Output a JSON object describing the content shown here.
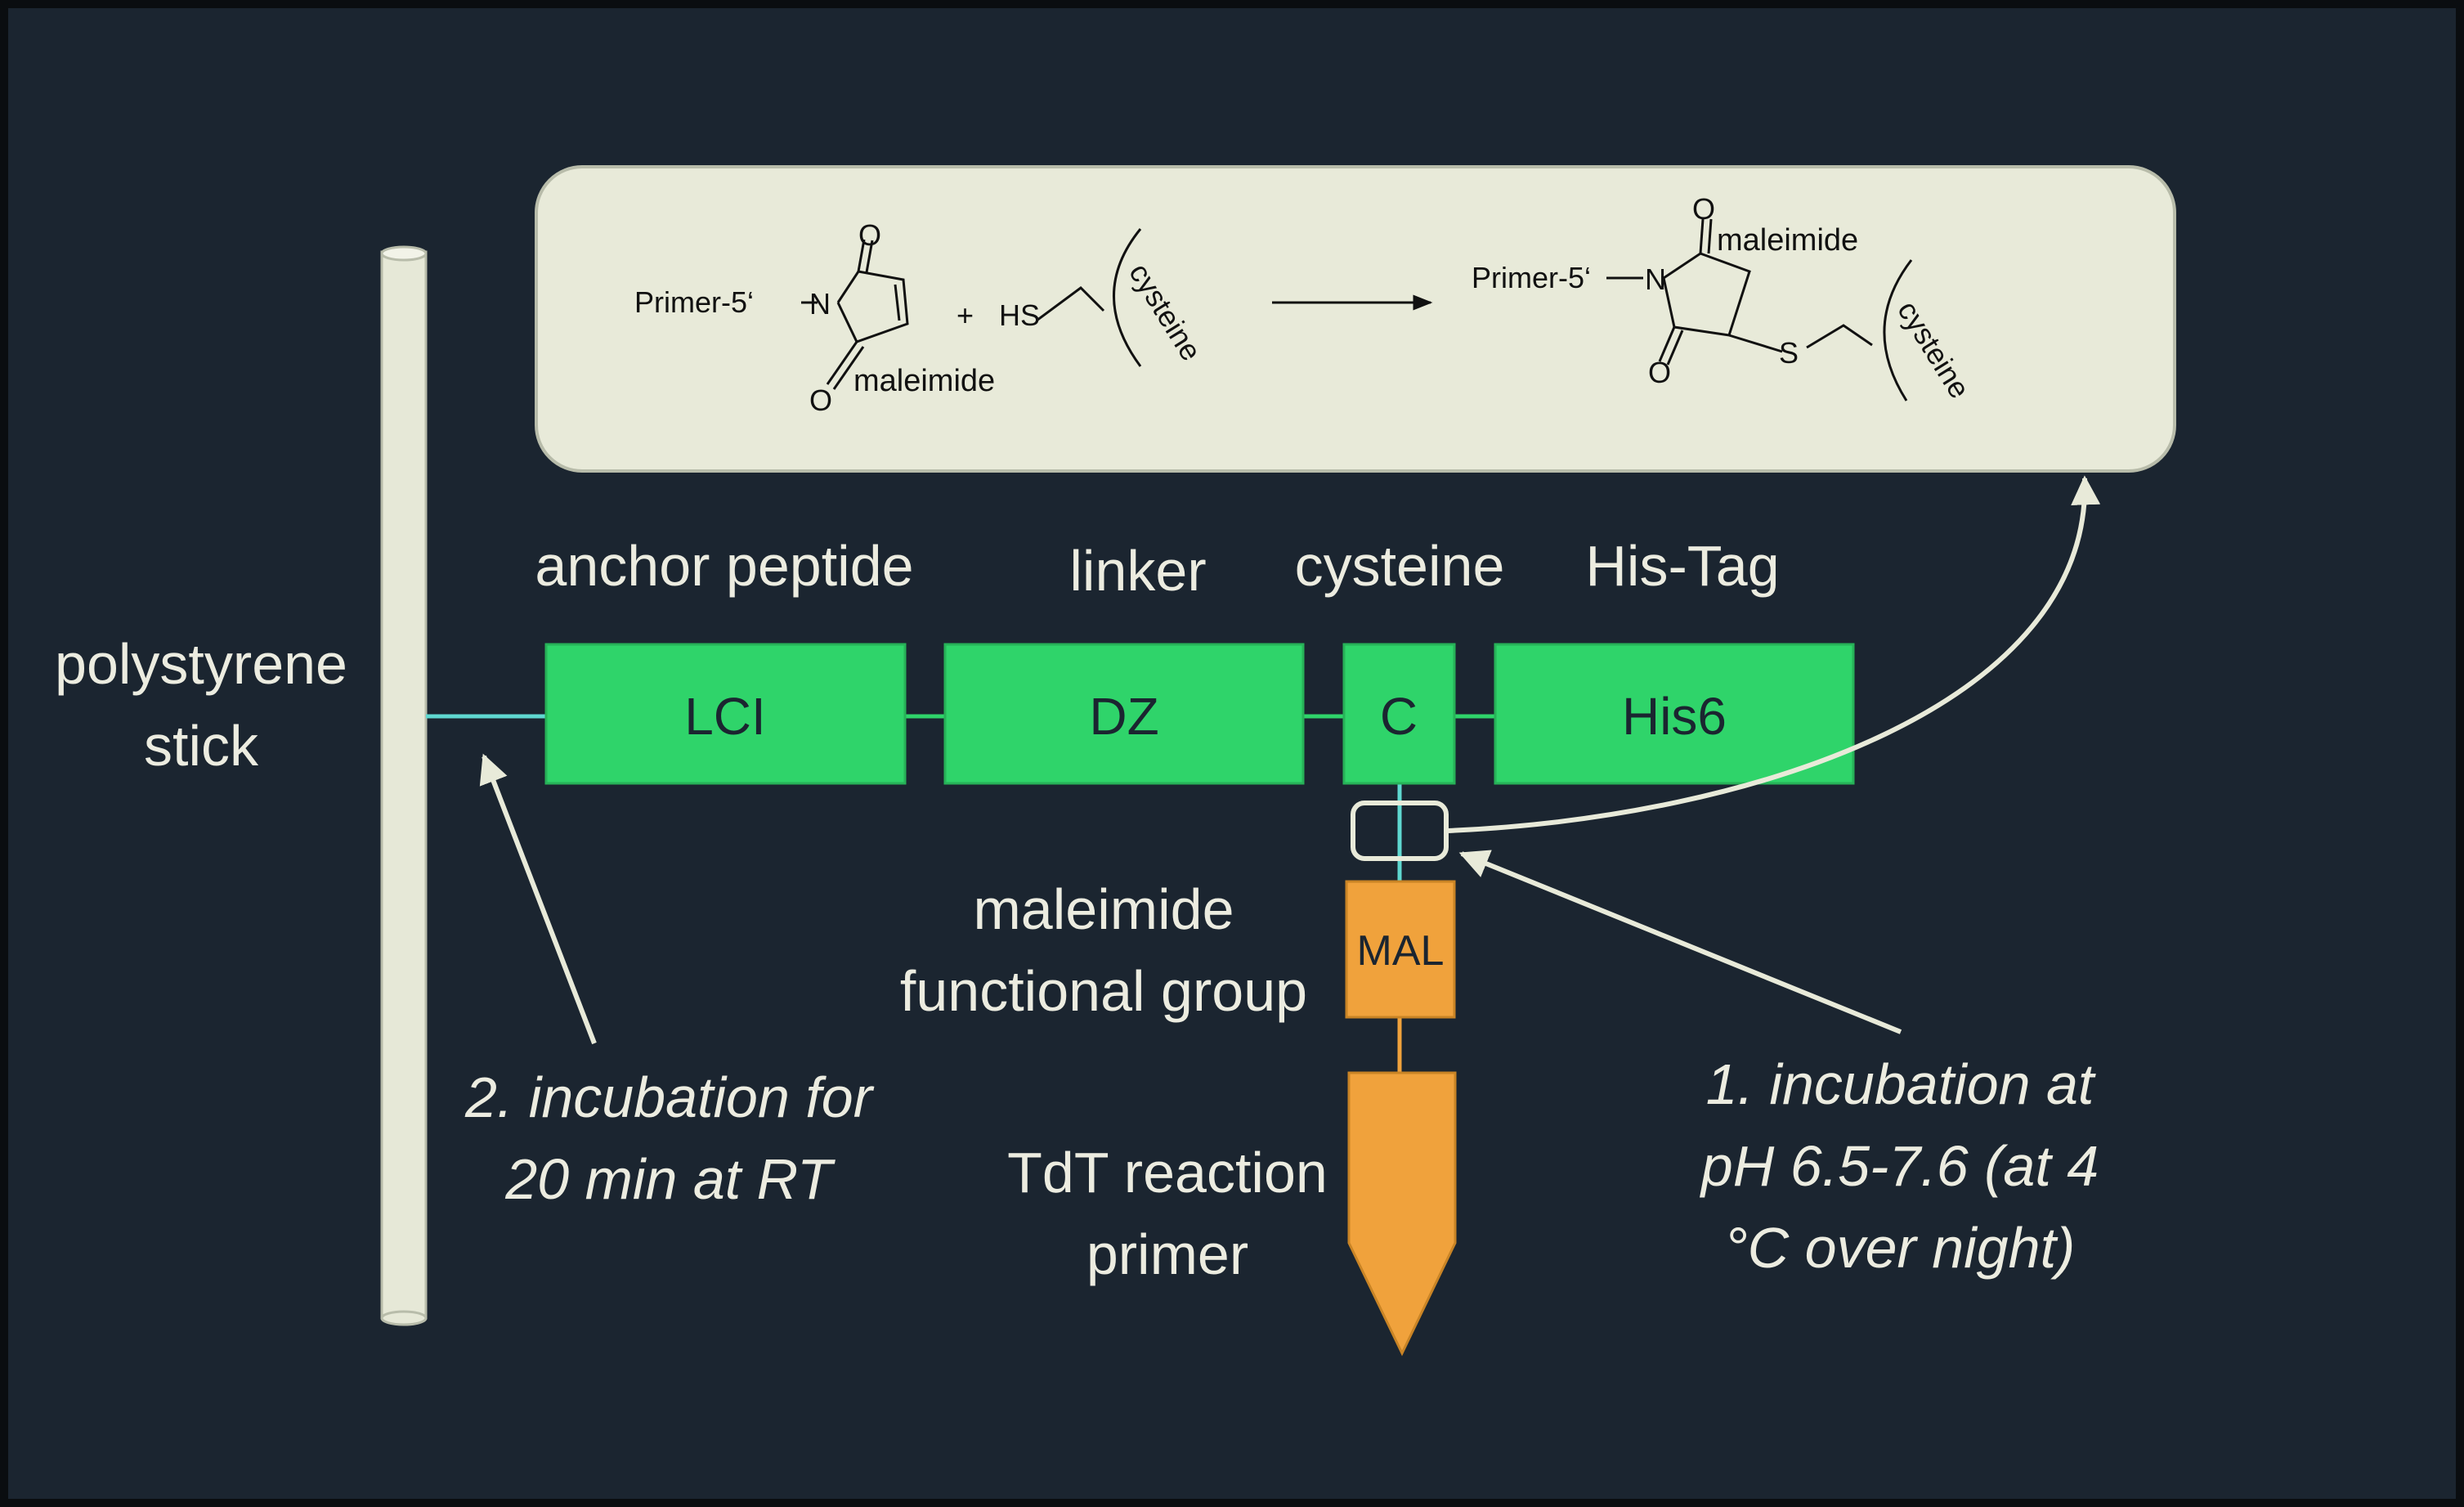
{
  "colors": {
    "background": "#1b2530",
    "frame": "#0a0d10",
    "panel_fill": "#e8ead9",
    "stick_fill": "#e6e8d7",
    "green": "#2fd46a",
    "orange": "#f0a23c",
    "connector_cyan": "#5fd8d0",
    "label_text": "#ecece0"
  },
  "reaction": {
    "primer_label_left": "Primer-5‘",
    "n_left": "N",
    "o_top_left": "O",
    "o_bottom_left": "O",
    "maleimide_left": "maleimide",
    "plus": "+",
    "hs": "HS",
    "cysteine_left": "cysteine",
    "primer_label_right": "Primer-5‘",
    "n_right": "N",
    "o_top_right": "O",
    "o_bottom_right": "O",
    "maleimide_right": "maleimide",
    "s": "S",
    "cysteine_right": "cysteine"
  },
  "labels": {
    "anchor_peptide": "anchor peptide",
    "linker": "linker",
    "cysteine": "cysteine",
    "his_tag": "His-Tag",
    "polystyrene_1": "polystyrene",
    "polystyrene_2": "stick",
    "maleimide_1": "maleimide",
    "maleimide_2": "functional group",
    "tdt_1": "TdT reaction",
    "tdt_2": "primer",
    "step2_1": "2. incubation for",
    "step2_2": "20 min at RT",
    "step1_1": "1. incubation at",
    "step1_2": "pH 6.5-7.6 (at 4",
    "step1_3": "°C over night)"
  },
  "boxes": {
    "lci": "LCI",
    "dz": "DZ",
    "c": "C",
    "his6": "His6",
    "mal": "MAL"
  }
}
